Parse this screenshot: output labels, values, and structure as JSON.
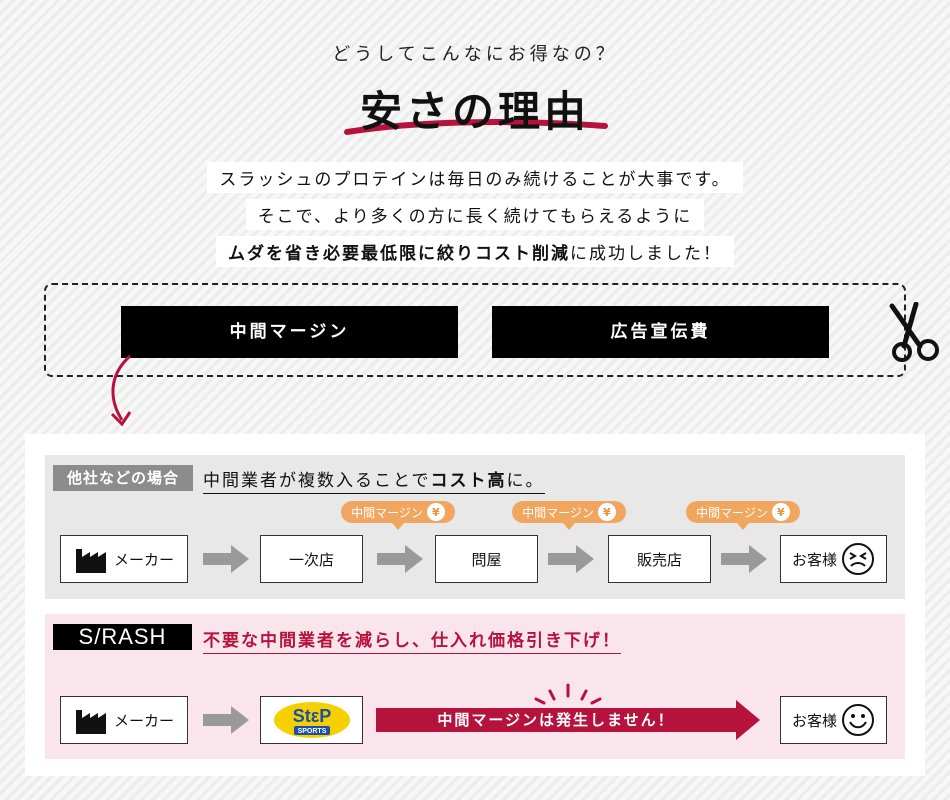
{
  "header": {
    "subtitle": "どうしてこんなにお得なの？",
    "title": "安さの理由"
  },
  "intro": {
    "line1": "スラッシュのプロテインは毎日のみ続けることが大事です。",
    "line2": "そこで、より多くの方に長く続けてもらえるように",
    "line3_bold": "ムダを省き必要最低限に絞りコスト削減",
    "line3_rest": "に成功しました！"
  },
  "cuts": {
    "margin_label": "中間マージン",
    "ad_label": "広告宣伝費"
  },
  "others": {
    "tag": "他社などの場合",
    "heading_pre": "中間業者が複数入ることで",
    "heading_bold": "コスト高",
    "heading_post": "に。",
    "nodes": [
      "メーカー",
      "一次店",
      "問屋",
      "販売店",
      "お客様"
    ],
    "badge_label": "中間マージン",
    "yen": "¥"
  },
  "slash": {
    "brand": "S/RASH",
    "heading": "不要な中間業者を減らし、仕入れ価格引き下げ！",
    "maker": "メーカー",
    "step_logo_text": "StεP",
    "step_logo_sub": "SPORTS",
    "arrow_label": "中間マージンは発生しません！",
    "customer": "お客様"
  },
  "colors": {
    "accent": "#b5123c",
    "badge": "#f0a65e",
    "dark": "#000000"
  }
}
